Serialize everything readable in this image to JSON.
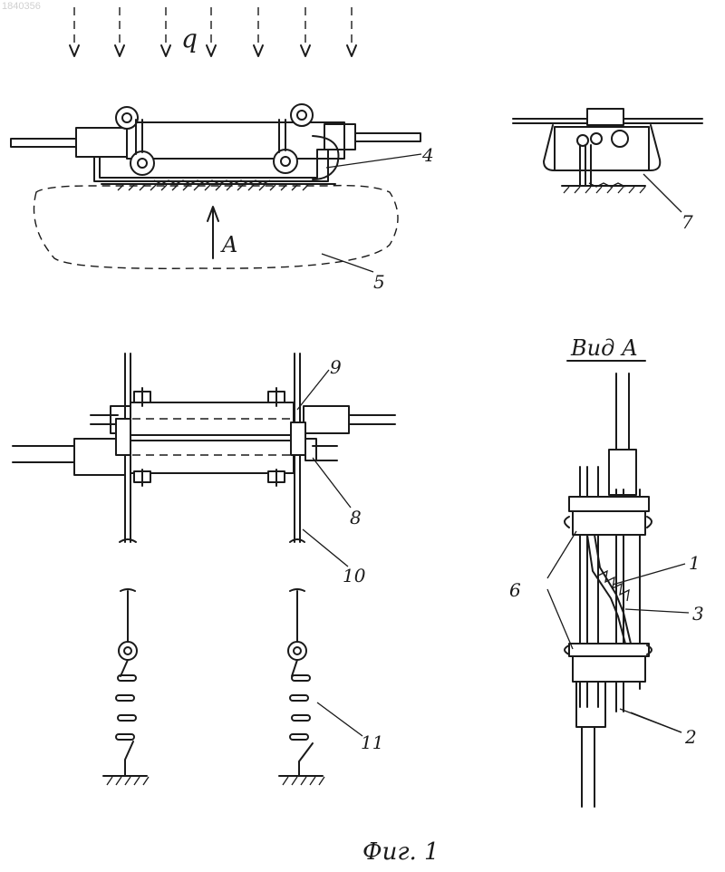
{
  "figure": {
    "doc_number": "1840356",
    "load_symbol": "q",
    "view_arrow_letter": "A",
    "view_title": "Вид А",
    "caption": "Фиг. 1"
  },
  "labels": {
    "n1": "1",
    "n2": "2",
    "n3": "3",
    "n4": "4",
    "n5": "5",
    "n6": "6",
    "n7": "7",
    "n8": "8",
    "n9": "9",
    "n10": "10",
    "n11": "11"
  }
}
